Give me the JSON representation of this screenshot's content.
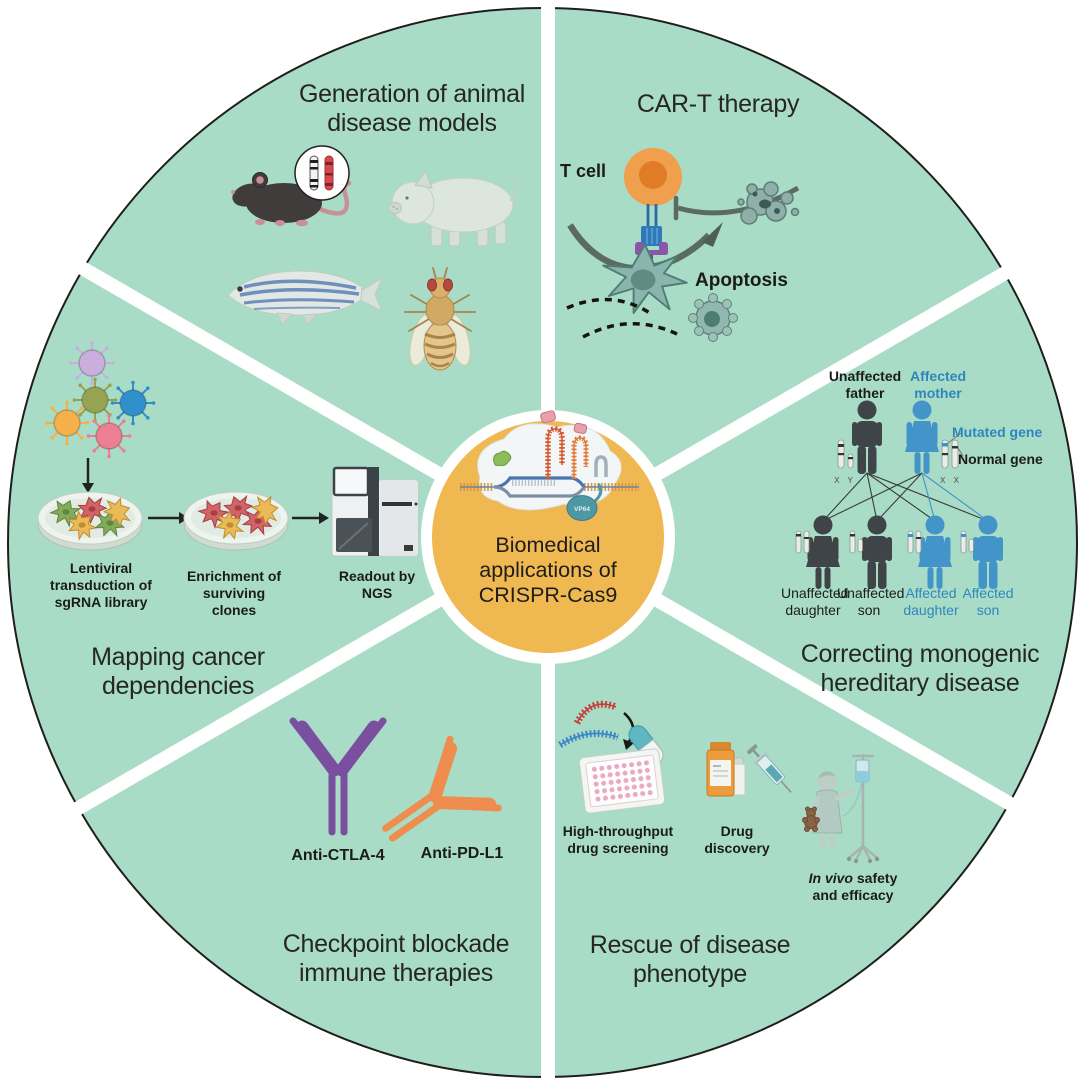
{
  "center": {
    "title": "Biomedical applications of CRISPR-Cas9",
    "vp64_label": "VP64"
  },
  "segments": {
    "animal_models": {
      "title": "Generation of animal disease models"
    },
    "car_t": {
      "title": "CAR-T therapy",
      "t_cell_label": "T cell",
      "apoptosis_label": "Apoptosis"
    },
    "monogenic": {
      "title": "Correcting monogenic hereditary disease",
      "father_label": "Unaffected father",
      "mother_label": "Affected mother",
      "mutated_gene_label": "Mutated gene",
      "normal_gene_label": "Normal gene",
      "father_karyotype": "X Y",
      "mother_karyotype": "X X",
      "children": [
        {
          "label": "Unaffected daughter",
          "status": "unaffected"
        },
        {
          "label": "Unaffected son",
          "status": "unaffected"
        },
        {
          "label": "Affected daughter",
          "status": "affected"
        },
        {
          "label": "Affected son",
          "status": "affected"
        }
      ]
    },
    "cancer_mapping": {
      "title": "Mapping cancer dependencies",
      "step1_label": "Lentiviral transduction of sgRNA library",
      "step2_label": "Enrichment of surviving clones",
      "step3_label": "Readout by NGS"
    },
    "checkpoint": {
      "title": "Checkpoint blockade immune therapies",
      "antibody1_label": "Anti-CTLA-4",
      "antibody2_label": "Anti-PD-L1"
    },
    "rescue": {
      "title": "Rescue of disease phenotype",
      "screening_label": "High-throughput drug screening",
      "discovery_label": "Drug discovery",
      "invivo_italic": "In vivo",
      "invivo_rest": "safety and efficacy"
    }
  },
  "colors": {
    "segment_background": "#a9dcc7",
    "center_background": "#f0b851",
    "affected_blue": "#3a8fc4",
    "unaffected_dark": "#3e4447",
    "anti_ctla4_purple": "#7a4fa0",
    "anti_pdl1_orange": "#ef8d4e",
    "t_cell_orange": "#f0a04c"
  }
}
